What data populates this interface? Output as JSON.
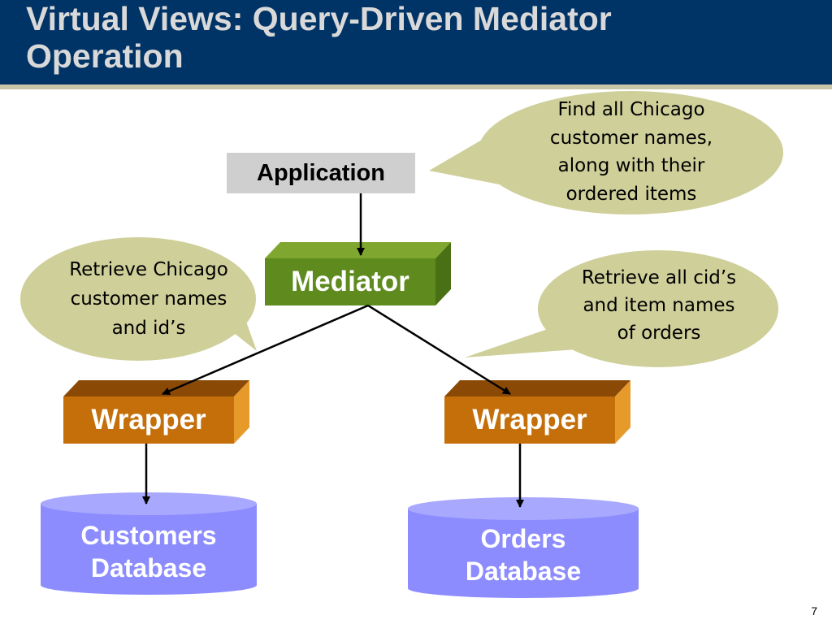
{
  "slide": {
    "title_line1": "Virtual Views: Query-Driven Mediator",
    "title_line2": "Operation",
    "page_number": "7"
  },
  "nodes": {
    "application": "Application",
    "mediator": "Mediator",
    "wrapper_left": "Wrapper",
    "wrapper_right": "Wrapper",
    "customers_db_line1": "Customers",
    "customers_db_line2": "Database",
    "orders_db_line1": "Orders",
    "orders_db_line2": "Database"
  },
  "callouts": {
    "application_query": [
      "Find all Chicago",
      "customer names,",
      "along with their",
      "ordered items"
    ],
    "customers_query": [
      "Retrieve Chicago",
      "customer names",
      "and id’s"
    ],
    "orders_query": [
      "Retrieve all cid’s",
      "and item names",
      "of orders"
    ]
  },
  "colors": {
    "title_bar": "#003366",
    "title_text": "#d9d9d9",
    "application_box": "#cfcfcf",
    "mediator_front": "#5e8a1e",
    "wrapper_front": "#c46f0a",
    "database": "#8c8cff",
    "callout": "#cfcf9a"
  }
}
